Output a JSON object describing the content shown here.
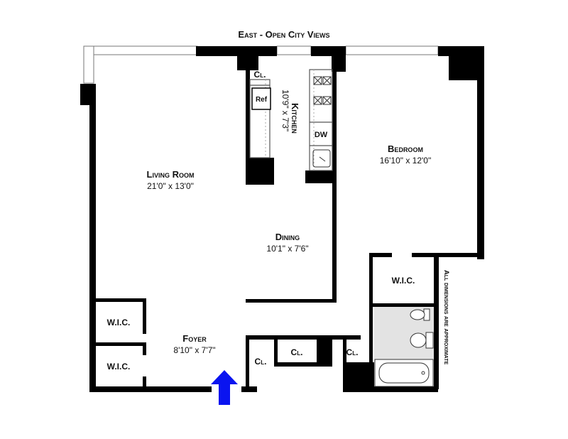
{
  "header": {
    "view_caption": "East - Open City Views"
  },
  "rooms": {
    "living_room": {
      "name": "Living Room",
      "dims": "21'0\"  x  13'0\""
    },
    "kitchen": {
      "name": "Kitchen",
      "dims": "10'9\"  x  7'3\""
    },
    "bedroom": {
      "name": "Bedroom",
      "dims": "16'10\"  x  12'0\""
    },
    "dining": {
      "name": "Dining",
      "dims": "10'1\"  x  7'6\""
    },
    "foyer": {
      "name": "Foyer",
      "dims": "8'10\"  x  7'7\""
    }
  },
  "fixtures": {
    "closets": [
      "Cl.",
      "Cl.",
      "Cl.",
      "Cl."
    ],
    "walk_in_closets": [
      "W.I.C.",
      "W.I.C.",
      "W.I.C."
    ],
    "refrigerator": "Ref",
    "dishwasher": "DW"
  },
  "notes": {
    "disclaimer": "All dimensions are approximate"
  },
  "colors": {
    "wall": "#000000",
    "entry_arrow": "#0a14f0",
    "bath_floor": "#e3e3e3",
    "window": "#c8c8c8"
  }
}
